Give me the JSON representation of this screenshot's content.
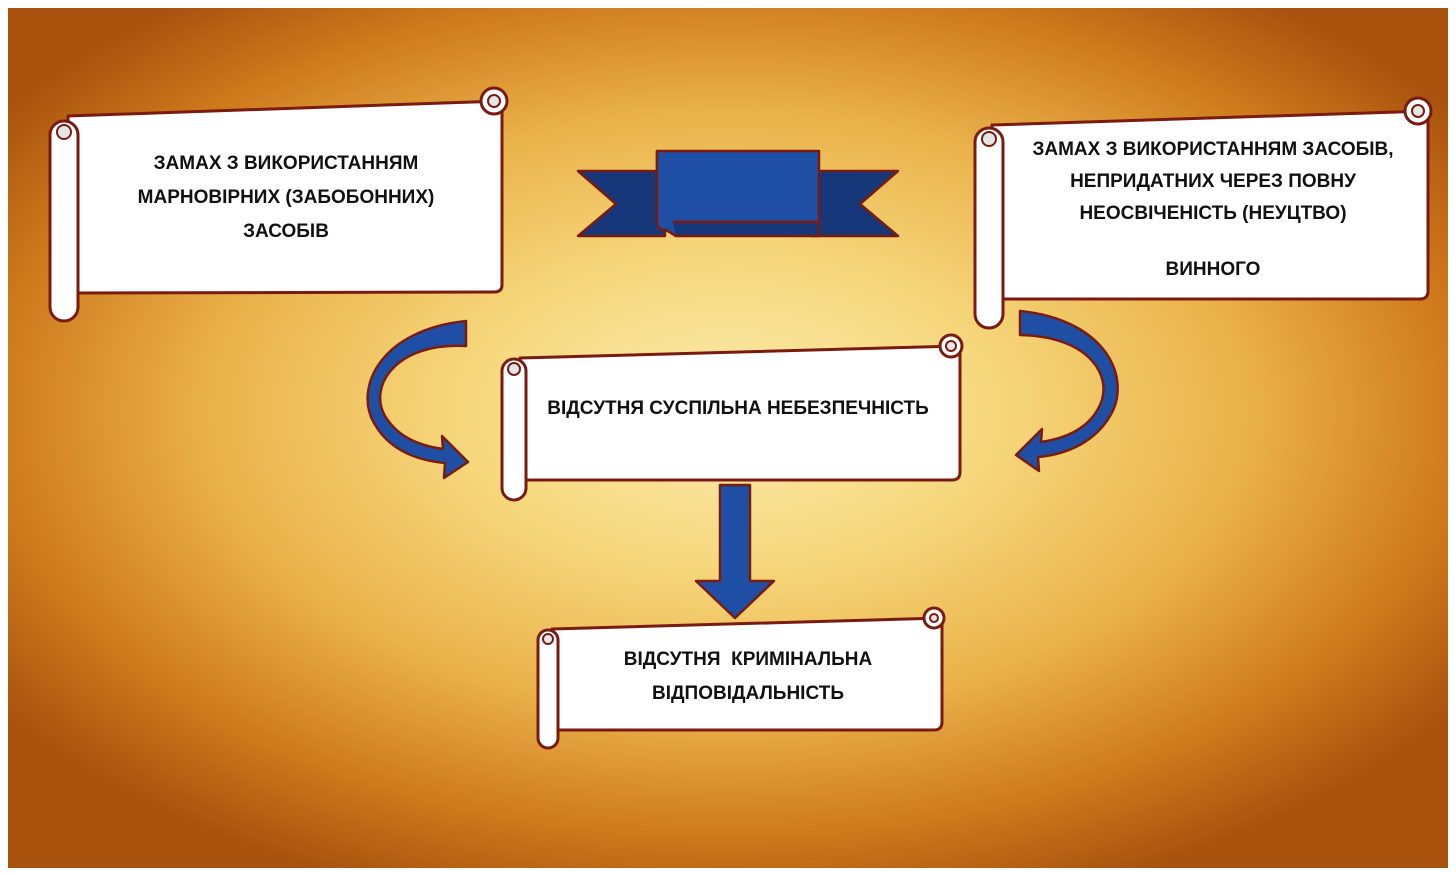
{
  "diagram": {
    "box_left": {
      "lines": [
        "ЗАМАХ З ВИКОРИСТАННЯМ",
        "МАРНОВІРНИХ (ЗАБОБОННИХ)",
        "ЗАСОБІВ"
      ]
    },
    "box_right": {
      "lines": [
        "ЗАМАХ З ВИКОРИСТАННЯМ ЗАСОБІВ,",
        "НЕПРИДАТНИХ ЧЕРЕЗ ПОВНУ",
        "НЕОСВІЧЕНІСТЬ (НЕУЦТВО)",
        "ВИННОГО"
      ]
    },
    "box_center": {
      "lines": [
        "ВІДСУТНЯ СУСПІЛЬНА НЕБЕЗПЕЧНІСТЬ"
      ]
    },
    "box_bottom": {
      "lines": [
        "ВІДСУТНЯ  КРИМІНАЛЬНА",
        "ВІДПОВІДАЛЬНІСТЬ"
      ]
    }
  },
  "colors": {
    "arrow_fill": "#1f4fa5",
    "outline": "#7a1b12",
    "background_center": "#fbecae",
    "background_edge": "#a8520e"
  }
}
